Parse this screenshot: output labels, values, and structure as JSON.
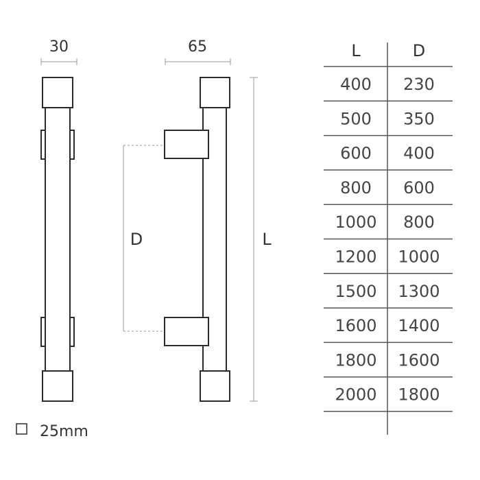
{
  "drawing": {
    "front_width_label": "30",
    "side_depth_label": "65",
    "center_distance_label": "D",
    "length_label": "L",
    "profile_note": "25mm"
  },
  "size_table": {
    "headers": [
      "L",
      "D"
    ],
    "rows": [
      [
        "400",
        "230"
      ],
      [
        "500",
        "350"
      ],
      [
        "600",
        "400"
      ],
      [
        "800",
        "600"
      ],
      [
        "1000",
        "800"
      ],
      [
        "1200",
        "1000"
      ],
      [
        "1500",
        "1300"
      ],
      [
        "1600",
        "1400"
      ],
      [
        "1800",
        "1600"
      ],
      [
        "2000",
        "1800"
      ]
    ]
  },
  "colors": {
    "outline": "#2b2b2b",
    "dimension_line": "#9a9a9a",
    "table_line": "#555555"
  }
}
